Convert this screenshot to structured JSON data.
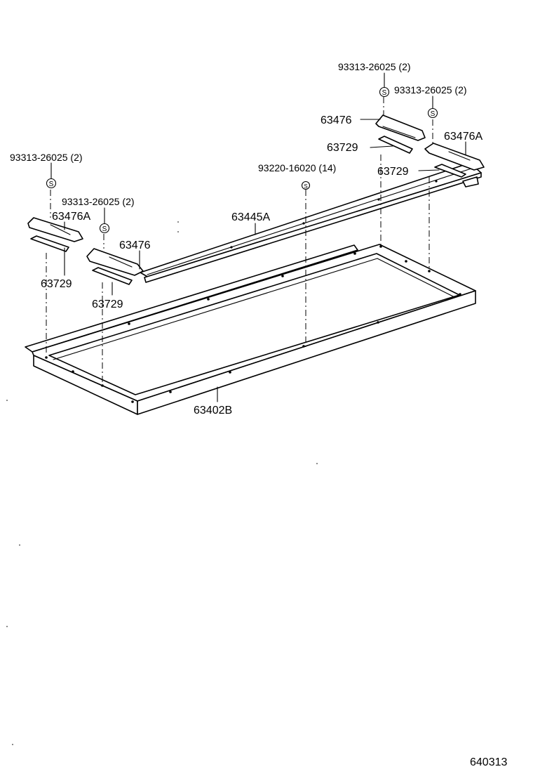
{
  "labels": {
    "screw_top": "93313-26025 (2)",
    "screw_top_right": "93313-26025 (2)",
    "screw_left": "93313-26025 (2)",
    "screw_mid_left": "93313-26025 (2)",
    "clip": "93220-16020 (14)",
    "cover_right": "63476",
    "cover_right_a": "63476A",
    "spacer_right_1": "63729",
    "spacer_right_2": "63729",
    "rail": "63445A",
    "cover_left_a": "63476A",
    "cover_left": "63476",
    "spacer_left_1": "63729",
    "spacer_left_2": "63729",
    "frame": "63402B",
    "screw_symbol": "S",
    "clip_symbol": "S"
  },
  "figure_code": "640313"
}
